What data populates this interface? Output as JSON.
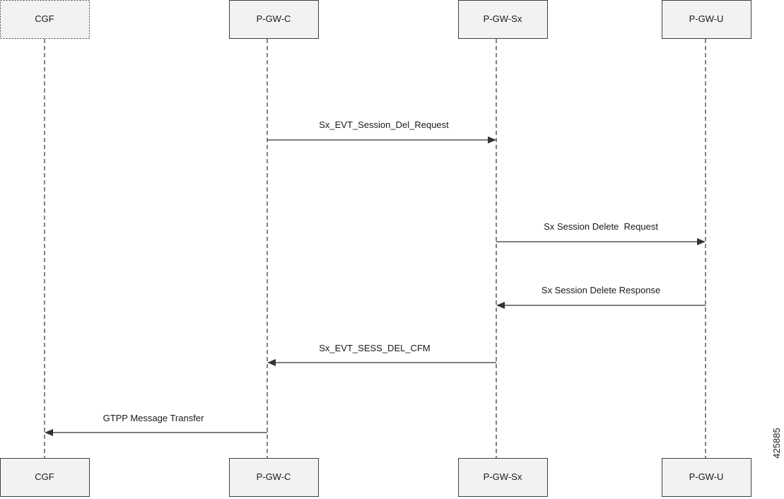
{
  "participants": [
    {
      "id": "cgf",
      "label": "CGF"
    },
    {
      "id": "pgwc",
      "label": "P-GW-C"
    },
    {
      "id": "pgwsx",
      "label": "P-GW-Sx"
    },
    {
      "id": "pgwu",
      "label": "P-GW-U"
    }
  ],
  "messages": [
    {
      "from": "pgwc",
      "to": "pgwsx",
      "label": "Sx_EVT_Session_Del_Request"
    },
    {
      "from": "pgwsx",
      "to": "pgwu",
      "label": "Sx Session Delete  Request"
    },
    {
      "from": "pgwu",
      "to": "pgwsx",
      "label": "Sx Session Delete Response"
    },
    {
      "from": "pgwsx",
      "to": "pgwc",
      "label": "Sx_EVT_SESS_DEL_CFM"
    },
    {
      "from": "pgwc",
      "to": "cgf",
      "label": "GTPP Message Transfer"
    }
  ],
  "figure_id": "425885"
}
